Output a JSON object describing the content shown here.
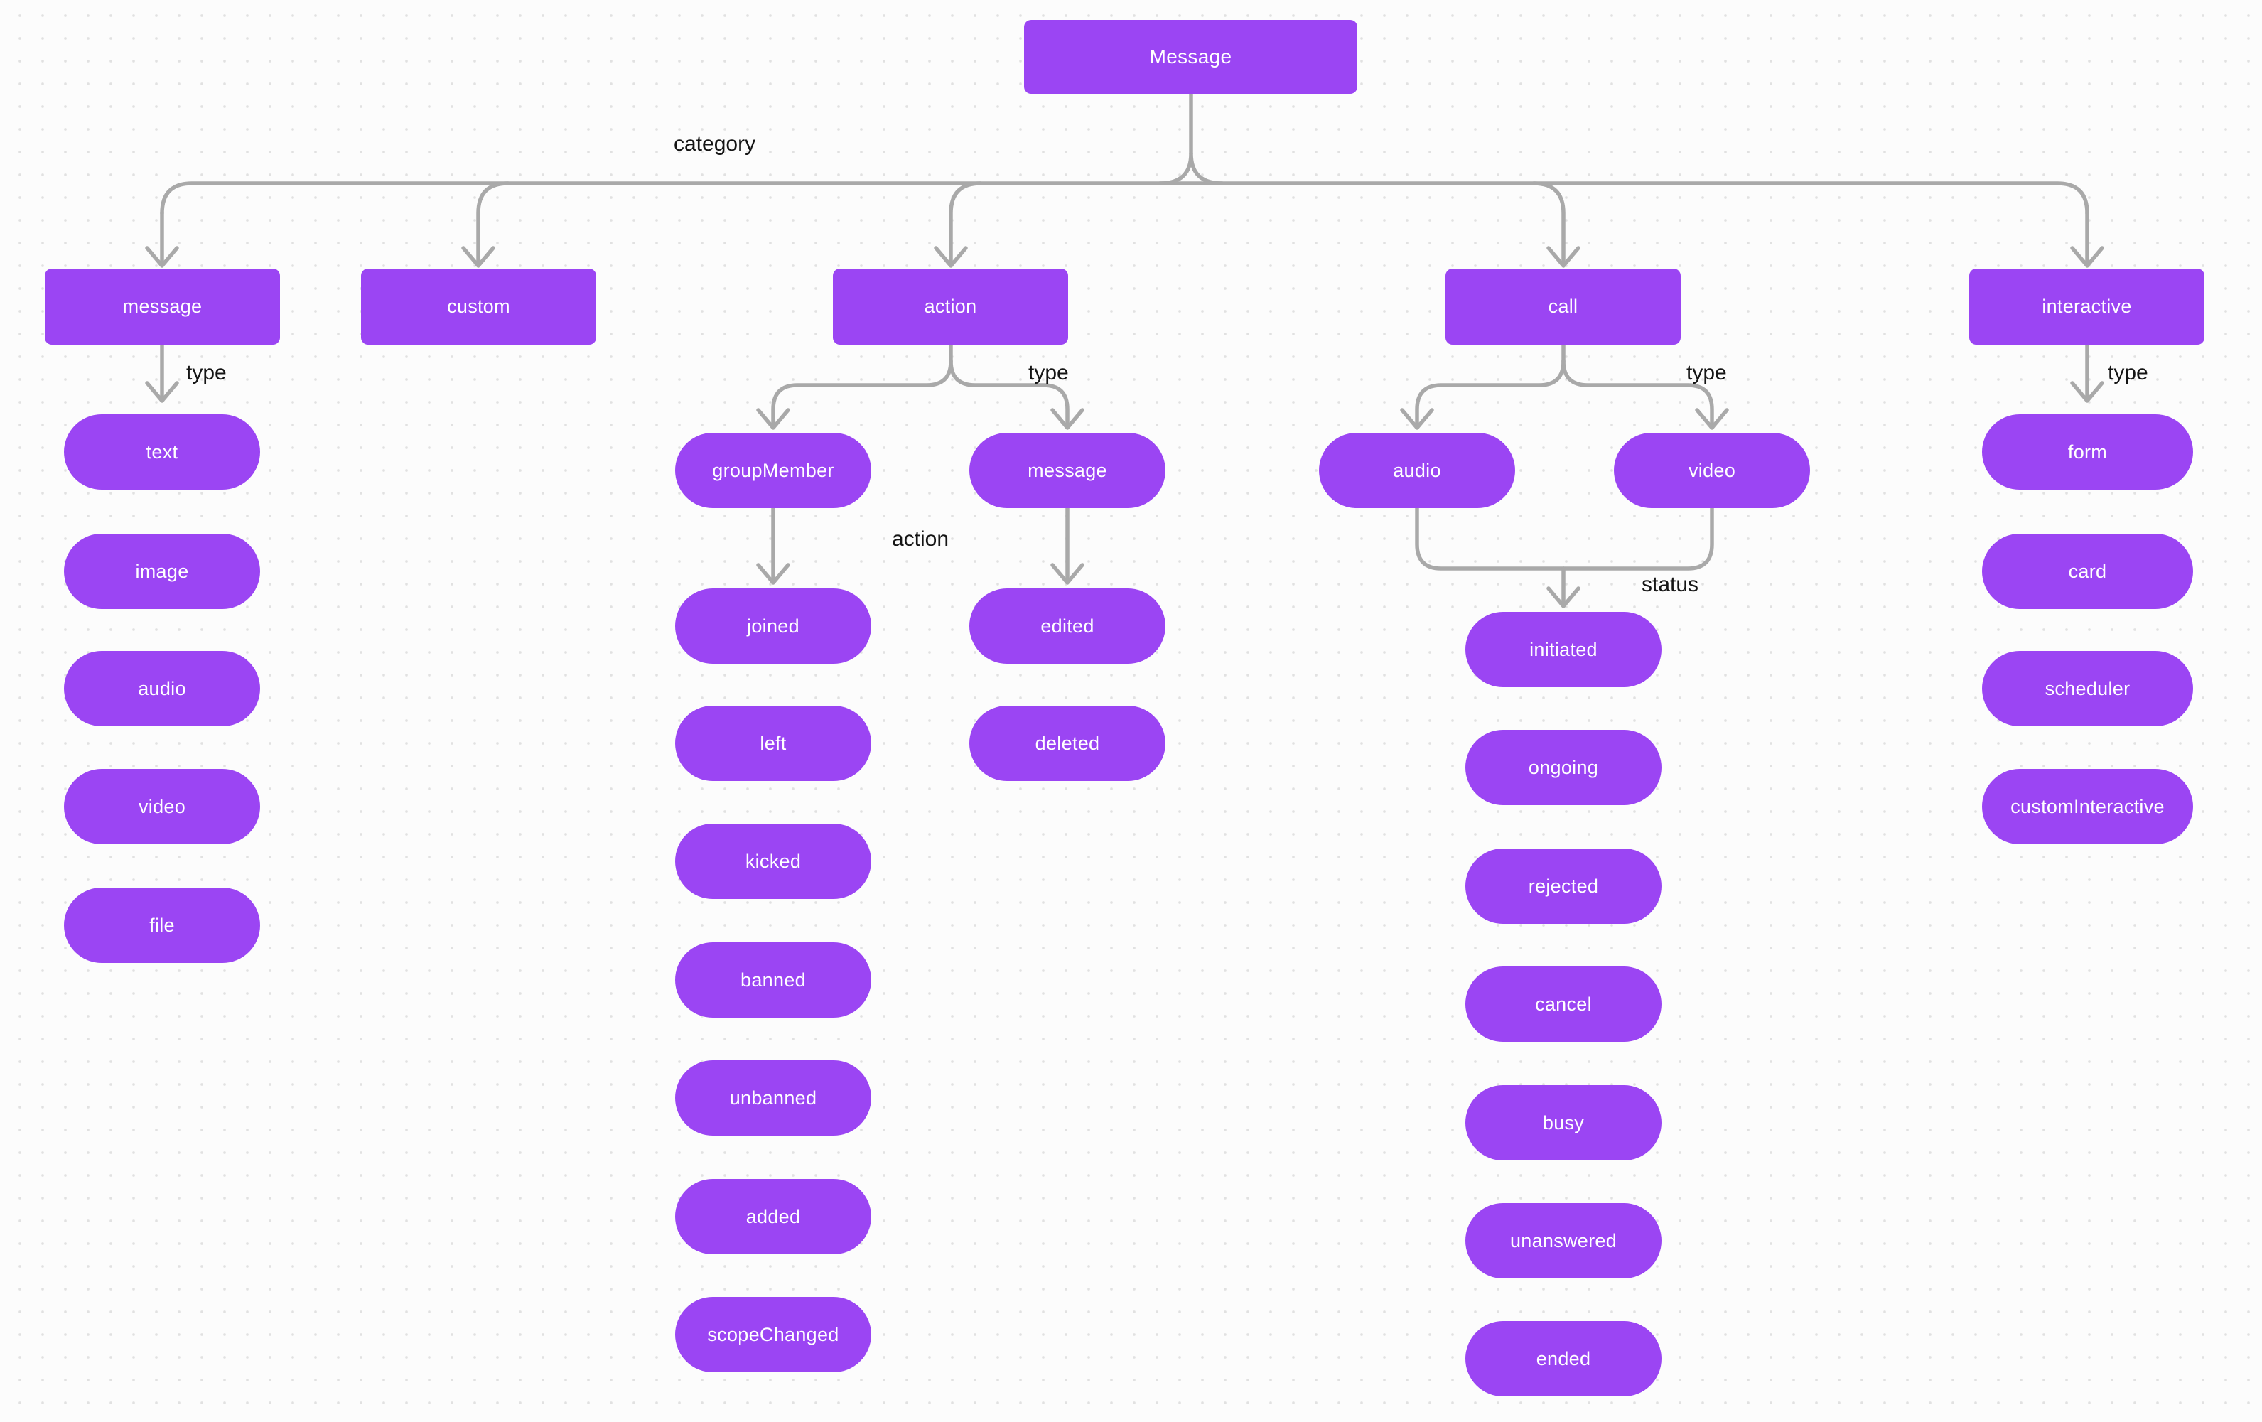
{
  "colors": {
    "node_fill": "#9B45F3",
    "node_text": "#FFFFFF",
    "edge": "#A9A9A9",
    "label_text": "#151515",
    "background": "#FCFCFC",
    "grid_dot": "#E1E1E1"
  },
  "nodes": [
    {
      "id": "root",
      "label": "Message"
    },
    {
      "id": "cat-message",
      "label": "message"
    },
    {
      "id": "cat-custom",
      "label": "custom"
    },
    {
      "id": "cat-action",
      "label": "action"
    },
    {
      "id": "cat-call",
      "label": "call"
    },
    {
      "id": "cat-interactive",
      "label": "interactive"
    },
    {
      "id": "text",
      "label": "text"
    },
    {
      "id": "image",
      "label": "image"
    },
    {
      "id": "audio",
      "label": "audio"
    },
    {
      "id": "video",
      "label": "video"
    },
    {
      "id": "file",
      "label": "file"
    },
    {
      "id": "groupMember",
      "label": "groupMember"
    },
    {
      "id": "joined",
      "label": "joined"
    },
    {
      "id": "left",
      "label": "left"
    },
    {
      "id": "kicked",
      "label": "kicked"
    },
    {
      "id": "banned",
      "label": "banned"
    },
    {
      "id": "unbanned",
      "label": "unbanned"
    },
    {
      "id": "added",
      "label": "added"
    },
    {
      "id": "scopeChanged",
      "label": "scopeChanged"
    },
    {
      "id": "msg-message",
      "label": "message"
    },
    {
      "id": "edited",
      "label": "edited"
    },
    {
      "id": "deleted",
      "label": "deleted"
    },
    {
      "id": "call-audio",
      "label": "audio"
    },
    {
      "id": "call-video",
      "label": "video"
    },
    {
      "id": "initiated",
      "label": "initiated"
    },
    {
      "id": "ongoing",
      "label": "ongoing"
    },
    {
      "id": "rejected",
      "label": "rejected"
    },
    {
      "id": "cancel",
      "label": "cancel"
    },
    {
      "id": "busy",
      "label": "busy"
    },
    {
      "id": "unanswered",
      "label": "unanswered"
    },
    {
      "id": "ended",
      "label": "ended"
    },
    {
      "id": "form",
      "label": "form"
    },
    {
      "id": "card",
      "label": "card"
    },
    {
      "id": "scheduler",
      "label": "scheduler"
    },
    {
      "id": "customInteractive",
      "label": "customInteractive"
    }
  ],
  "edge_labels": [
    {
      "id": "category",
      "text": "category"
    },
    {
      "id": "type-message",
      "text": "type"
    },
    {
      "id": "type-action",
      "text": "type"
    },
    {
      "id": "type-call",
      "text": "type"
    },
    {
      "id": "type-interactive",
      "text": "type"
    },
    {
      "id": "action-groupMember",
      "text": "action"
    },
    {
      "id": "status-call",
      "text": "status"
    }
  ],
  "hierarchy": {
    "Message": {
      "category": [
        "message",
        "custom",
        "action",
        "call",
        "interactive"
      ]
    },
    "message": {
      "type": [
        "text",
        "image",
        "audio",
        "video",
        "file"
      ]
    },
    "action": {
      "type": [
        "groupMember",
        "message"
      ]
    },
    "groupMember": {
      "action": [
        "joined",
        "left",
        "kicked",
        "banned",
        "unbanned",
        "added",
        "scopeChanged"
      ]
    },
    "action.message": [
      "edited",
      "deleted"
    ],
    "call": {
      "type": [
        "audio",
        "video"
      ],
      "status": [
        "initiated",
        "ongoing",
        "rejected",
        "cancel",
        "busy",
        "unanswered",
        "ended"
      ]
    },
    "interactive": {
      "type": [
        "form",
        "card",
        "scheduler",
        "customInteractive"
      ]
    }
  }
}
